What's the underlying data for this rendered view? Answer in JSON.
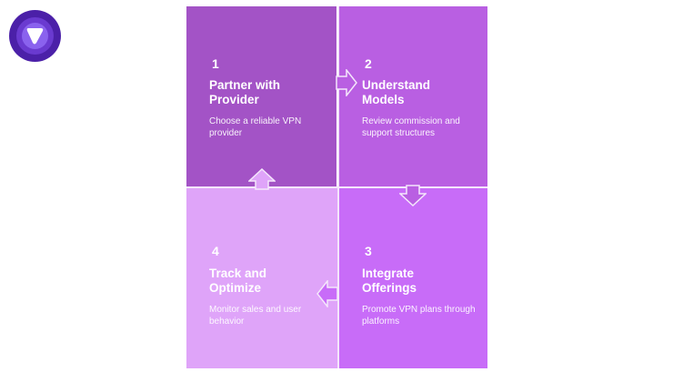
{
  "logo": {
    "name": "vpn-brand-logo",
    "colors": [
      "#4b20a8",
      "#6a3ad0",
      "#8a62ee",
      "#ffffff"
    ]
  },
  "steps": [
    {
      "number": "1",
      "title": "Partner with Provider",
      "description": "Choose a reliable VPN provider",
      "color": "#a353c6"
    },
    {
      "number": "2",
      "title": "Understand Models",
      "description": "Review commission and support structures",
      "color": "#b95fe2"
    },
    {
      "number": "3",
      "title": "Integrate Offerings",
      "description": "Promote VPN plans through platforms",
      "color": "#c86cf8"
    },
    {
      "number": "4",
      "title": "Track and Optimize",
      "description": "Monitor sales and user behavior",
      "color": "#dfa4f9"
    }
  ],
  "arrows": [
    {
      "from": "1",
      "to": "2",
      "direction": "right"
    },
    {
      "from": "2",
      "to": "3",
      "direction": "down"
    },
    {
      "from": "3",
      "to": "4",
      "direction": "left"
    },
    {
      "from": "4",
      "to": "1",
      "direction": "up"
    }
  ]
}
